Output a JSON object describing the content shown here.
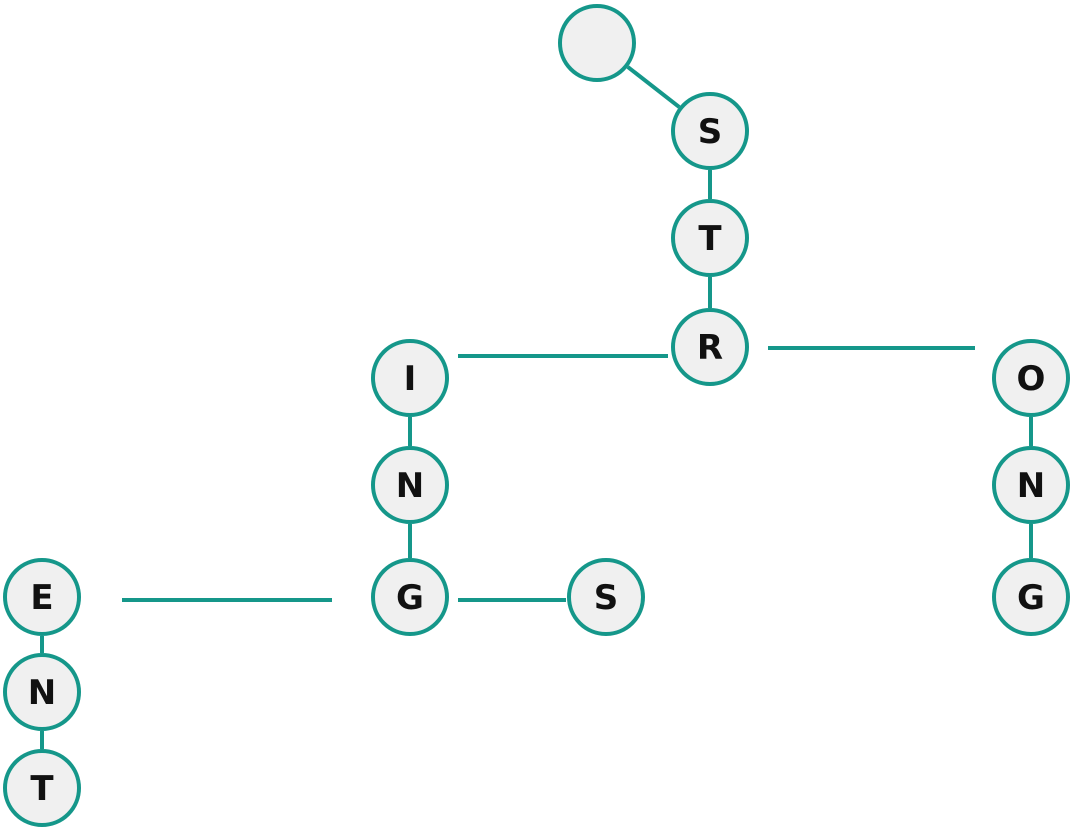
{
  "trie": {
    "nodes": [
      {
        "id": "root",
        "label": ""
      },
      {
        "id": "s1",
        "label": "S"
      },
      {
        "id": "t1",
        "label": "T"
      },
      {
        "id": "r1",
        "label": "R"
      },
      {
        "id": "i1",
        "label": "I"
      },
      {
        "id": "n1",
        "label": "N"
      },
      {
        "id": "g1",
        "label": "G"
      },
      {
        "id": "s2",
        "label": "S"
      },
      {
        "id": "e1",
        "label": "E"
      },
      {
        "id": "n2",
        "label": "N"
      },
      {
        "id": "t2",
        "label": "T"
      },
      {
        "id": "o1",
        "label": "O"
      },
      {
        "id": "n3",
        "label": "N"
      },
      {
        "id": "g2",
        "label": "G"
      }
    ],
    "edges": [
      {
        "from": "root",
        "to": "s1"
      },
      {
        "from": "s1",
        "to": "t1"
      },
      {
        "from": "t1",
        "to": "r1"
      },
      {
        "from": "r1",
        "to": "i1"
      },
      {
        "from": "r1",
        "to": "o1"
      },
      {
        "from": "i1",
        "to": "n1"
      },
      {
        "from": "n1",
        "to": "g1"
      },
      {
        "from": "g1",
        "to": "s2"
      },
      {
        "from": "g1",
        "to": "e1"
      },
      {
        "from": "e1",
        "to": "n2"
      },
      {
        "from": "n2",
        "to": "t2"
      },
      {
        "from": "o1",
        "to": "n3"
      },
      {
        "from": "n3",
        "to": "g2"
      }
    ]
  }
}
